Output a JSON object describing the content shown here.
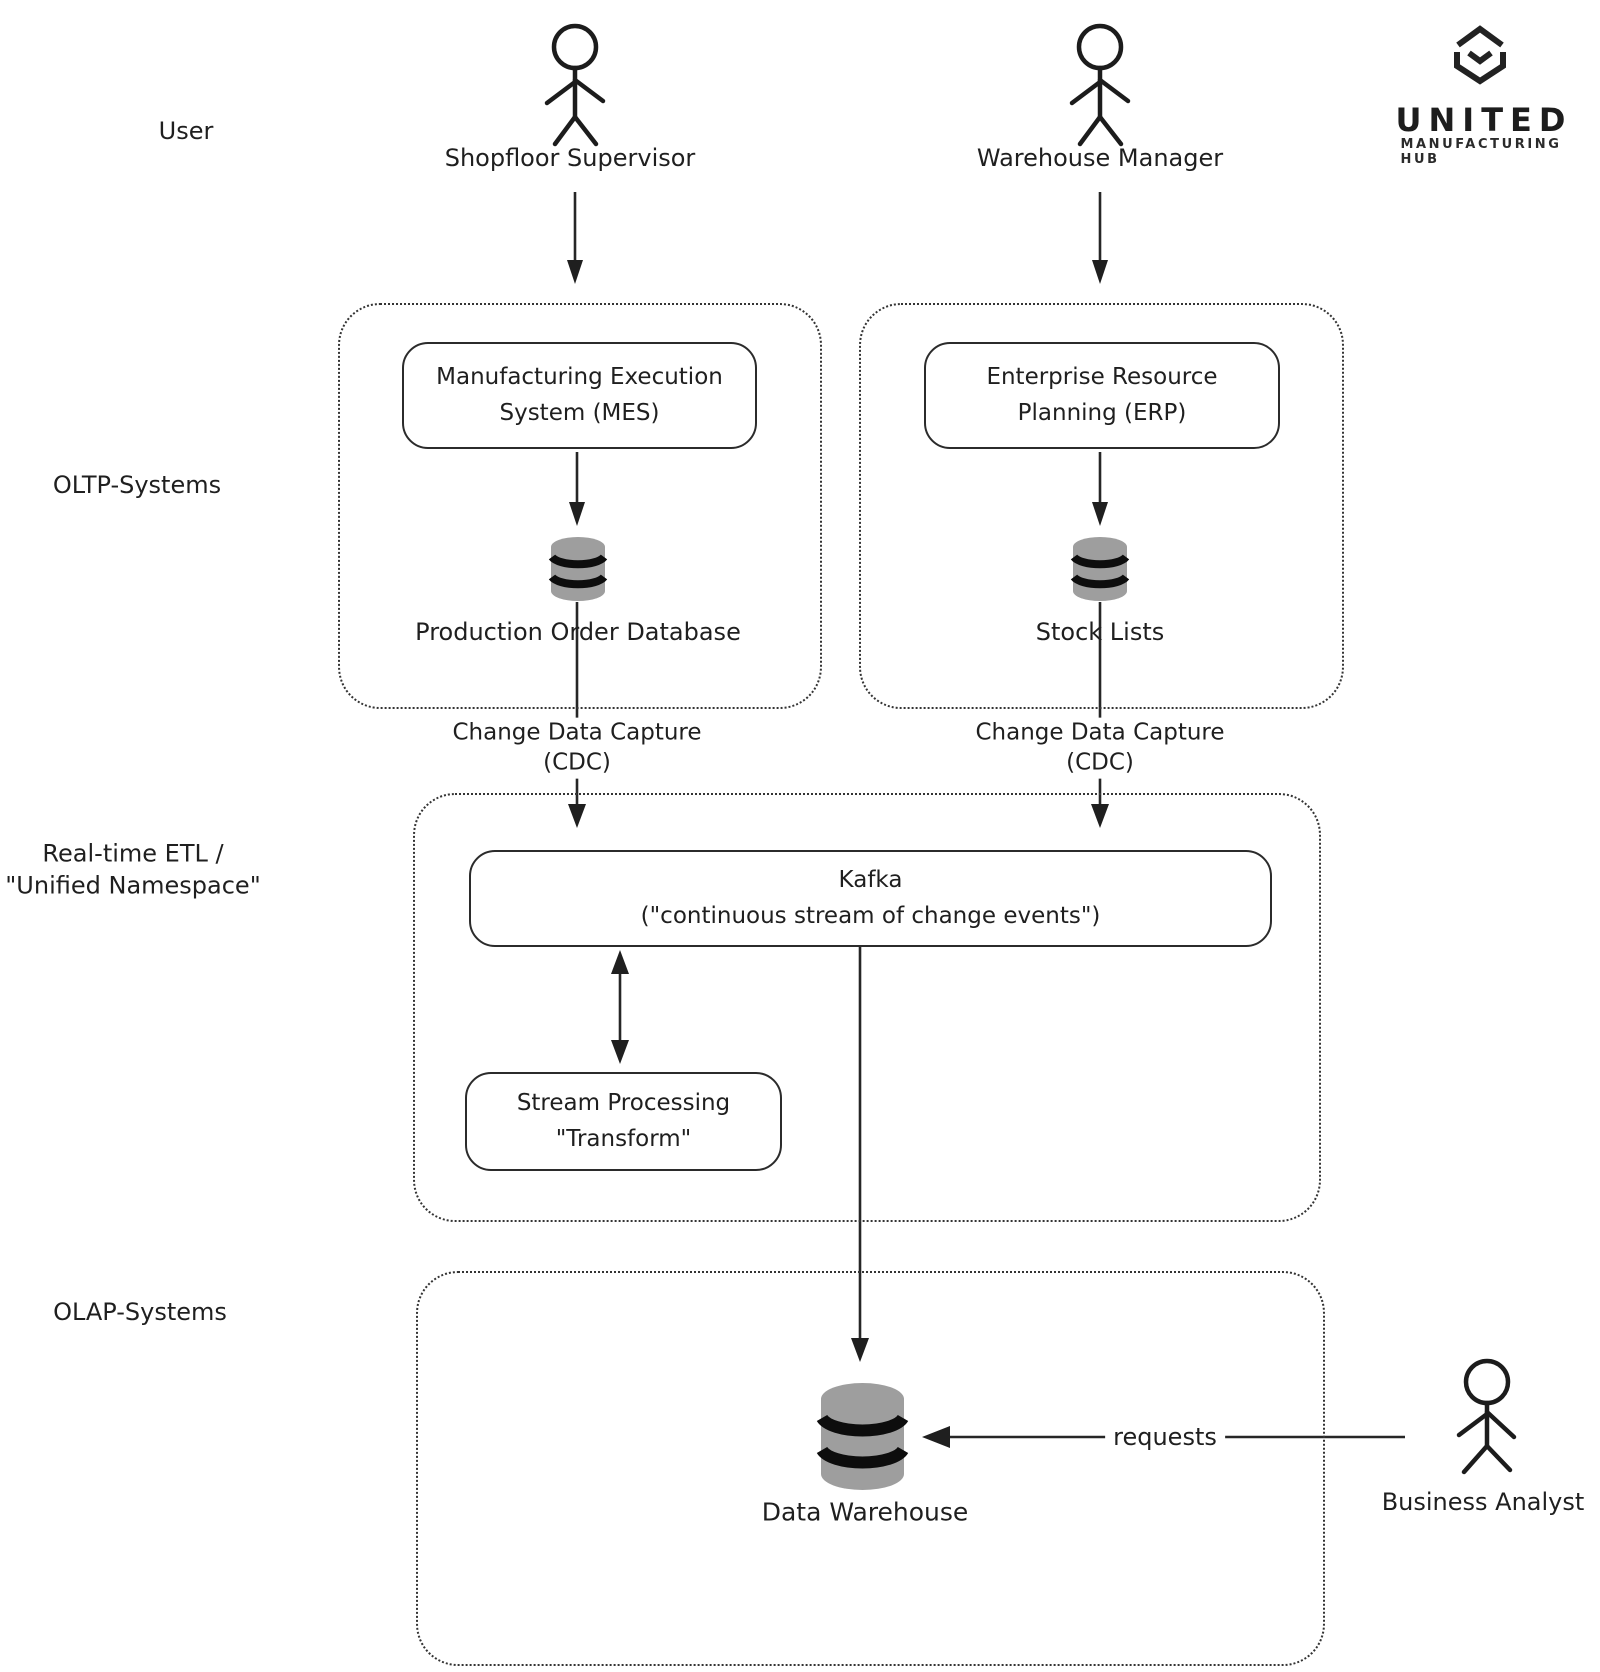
{
  "lanes": {
    "user": "User",
    "oltp": "OLTP-Systems",
    "etl_line1": "Real-time ETL /",
    "etl_line2": "\"Unified Namespace\"",
    "olap": "OLAP-Systems"
  },
  "actors": {
    "shopfloor": "Shopfloor Supervisor",
    "warehouse": "Warehouse Manager",
    "analyst": "Business Analyst"
  },
  "logo": {
    "title": "UNITED",
    "subtitle": "MANUFACTURING HUB"
  },
  "nodes": {
    "mes_line1": "Manufacturing Execution",
    "mes_line2": "System (MES)",
    "erp_line1": "Enterprise Resource",
    "erp_line2": "Planning (ERP)",
    "production_db": "Production Order Database",
    "stock_lists": "Stock Lists",
    "kafka_line1": "Kafka",
    "kafka_line2": "(\"continuous stream of change events\")",
    "stream_line1": "Stream Processing",
    "stream_line2": "\"Transform\"",
    "data_warehouse": "Data Warehouse"
  },
  "edges": {
    "cdc_left_line1": "Change Data Capture",
    "cdc_left_line2": "(CDC)",
    "cdc_right_line1": "Change Data Capture",
    "cdc_right_line2": "(CDC)",
    "requests": "requests"
  },
  "colors": {
    "ink": "#1f1f1f",
    "cylinder_fill": "#9e9e9e",
    "cylinder_band": "#0d0d0d",
    "background": "#ffffff"
  }
}
